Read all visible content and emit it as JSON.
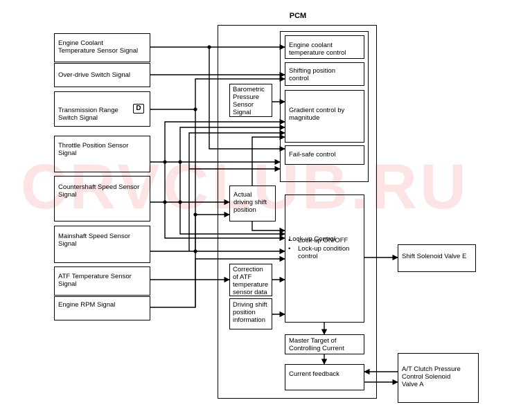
{
  "title": "PCM",
  "watermark": "CRVCLUB.RU",
  "inputs": {
    "ect": "Engine Coolant\nTemperature Sensor Signal",
    "od": "Over-drive Switch Signal",
    "trs": "Transmission Range\nSwitch Signal",
    "trs_badge": "D",
    "tps": "Throttle Position Sensor\nSignal",
    "css": "Countershaft Speed Sensor\nSignal",
    "mss": "Mainshaft Speed Sensor\nSignal",
    "atf": "ATF Temperature Sensor\nSignal",
    "rpm": "Engine RPM Signal"
  },
  "pcm": {
    "ect_control": "Engine coolant\ntemperature control",
    "shifting_position": "Shifting position\ncontrol",
    "baro": "Barometric\nPressure\nSensor\nSignal",
    "gradient": "Gradient control by\nmagnitude",
    "failsafe": "Fail-safe control",
    "actual_shift": "Actual\ndriving shift\nposition",
    "lockup_title": "Lock-up Control",
    "lockup_item1": "Lock-up ON/OFF",
    "lockup_item2": "Lock-up condition\ncontrol",
    "atf_correction": "Correction\nof ATF\ntemperature\nsensor data",
    "shift_info": "Driving shift\nposition\ninformation",
    "master_target": "Master Target of\nControlling Current",
    "current_feedback": "Current feedback"
  },
  "outputs": {
    "shift_solenoid_e": "Shift Solenoid Valve E",
    "clutch_pressure": "A/T Clutch Pressure\nControl Solenoid\nValve A"
  }
}
